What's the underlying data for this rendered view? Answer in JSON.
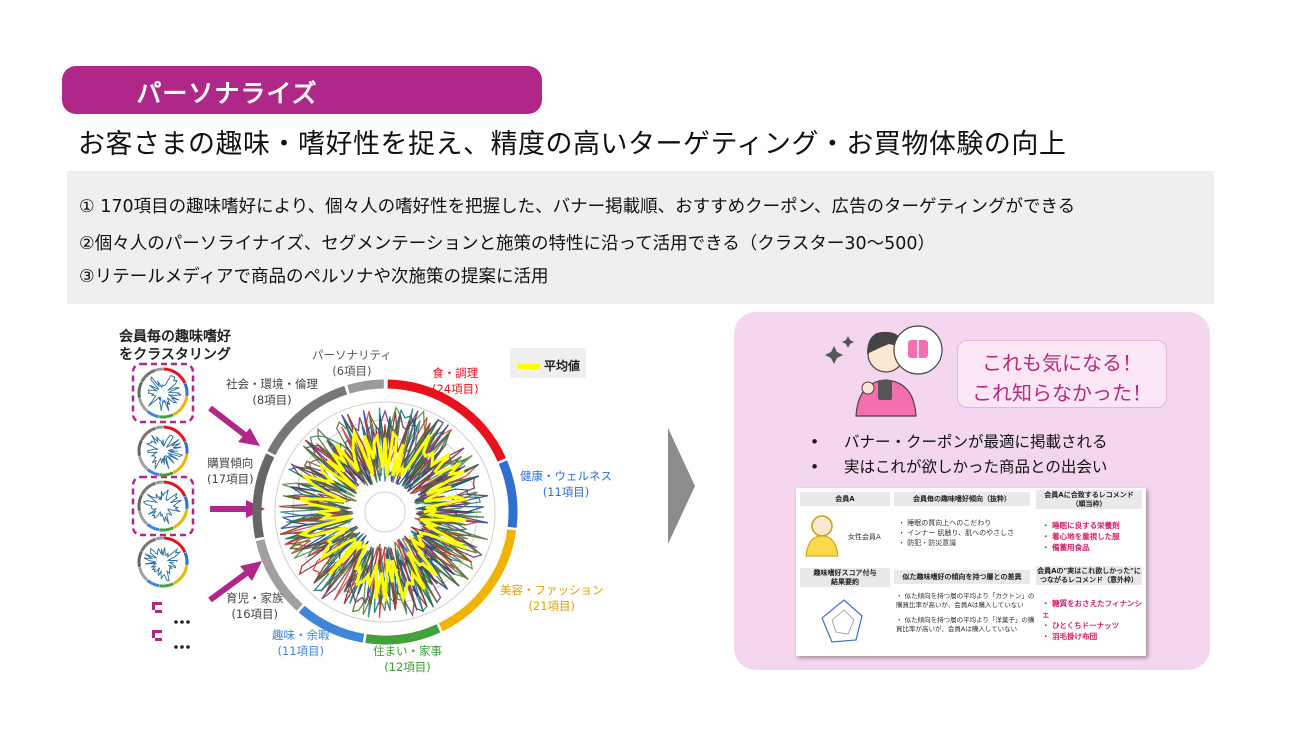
{
  "badge": {
    "label": "パーソナライズ"
  },
  "headline": "お客さまの趣味・嗜好性を捉え、精度の高いターゲティング・お買物体験の向上",
  "points": [
    "① 170項目の趣味嗜好により、個々人の嗜好性を把握した、バナー掲載順、おすすめクーポン、広告のターゲティングができる",
    "②個々人のパーソライナイズ、セグメンテーションと施策の特性に沿って活用できる（クラスター30～500）",
    "③リテールメディアで商品のペルソナや次施策の提案に活用"
  ],
  "cluster_title": [
    "会員毎の趣味嗜好",
    "をクラスタリング"
  ],
  "legend_label": "平均値",
  "categories": [
    {
      "name": "パーソナリティ",
      "count": "(6項目)",
      "color": "#8a8a8a"
    },
    {
      "name": "食・調理",
      "count": "(24項目)",
      "color": "#e8121c"
    },
    {
      "name": "健康・ウェルネス",
      "count": "(11項目)",
      "color": "#2e6fd0"
    },
    {
      "name": "美容・ファッション",
      "count": "(21項目)",
      "color": "#f0b400"
    },
    {
      "name": "住まい・家事",
      "count": "(12項目)",
      "color": "#44a03a"
    },
    {
      "name": "趣味・余暇",
      "count": "(11項目)",
      "color": "#3f86d8"
    },
    {
      "name": "育児・家族",
      "count": "(16項目)",
      "color": "#444444"
    },
    {
      "name": "購買傾向",
      "count": "(17項目)",
      "color": "#444444"
    },
    {
      "name": "社会・環境・倫理",
      "count": "(8項目)",
      "color": "#444444"
    }
  ],
  "colors": {
    "magenta": "#b0278a",
    "panel": "#f4d6ee",
    "avg": "#ffff00"
  },
  "speech": [
    "これも気になる！",
    "これ知らなかった！"
  ],
  "bullets": [
    "バナー・クーポンが最適に掲載される",
    "実はこれが欲しかった商品との出会い"
  ],
  "doc": {
    "col1": "会員A",
    "col2": "会員毎の趣味嗜好傾向（抜粋）",
    "col3": [
      "会員Aに合致するレコメンド",
      "（順当枠）"
    ],
    "member_label": "女性会員A",
    "traits": [
      "・ 睡眠の質向上へのこだわり",
      "・ インナー 肌触り、肌へのやさしさ",
      "・ 防犯・防災意識"
    ],
    "rec1": [
      "・ 睡眠に良する栄養剤",
      "・ 着心地を重視した服",
      "・ 備蓄用食品"
    ],
    "score_head": [
      "趣味嗜好スコア付与",
      "結果要約"
    ],
    "similar_head": "似た趣味嗜好の傾向を持つ層との差異",
    "similar": [
      "・ 似た傾向を持つ層の平均より「カクトン」の",
      "  購買比率が高いが、会員Aは購入していない",
      "・ 似た傾向を持つ層の平均より「洋菓子」の購",
      "  買比率が高いが、会員Aは購入していない"
    ],
    "rec2_head": [
      "会員Aの\"実はこれ欲しかった\"に",
      "つながるレコメンド（意外枠）"
    ],
    "rec2": [
      "・ 糖質をおさえたフィナンシェ",
      "・ ひとくちドーナッツ",
      "・ 羽毛掛け布団"
    ]
  }
}
